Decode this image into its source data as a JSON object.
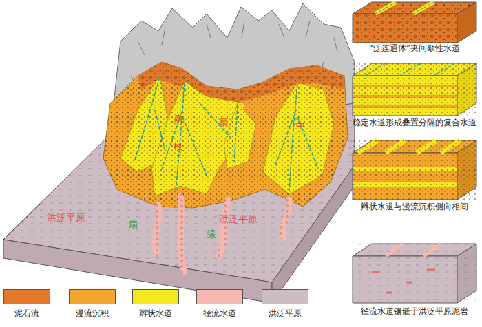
{
  "diagram": {
    "labels": [
      "洪泛平原",
      "扇",
      "洪泛平原",
      "缘",
      "扇",
      "根",
      "扇",
      "中",
      "“泛连通体”夹间歇性水道",
      "稳定水道形成叠置分隔的复合水道",
      "辫状水道与漫流沉积侧向相间",
      "径流水道镶嵌于洪泛平原泥岩"
    ],
    "legend": [
      {
        "text": "泥石流",
        "color": "#e2782a"
      },
      {
        "text": "漫流沉积",
        "color": "#f3a52c"
      },
      {
        "text": "辫状水道",
        "color": "#f6e81e"
      },
      {
        "text": "径流水道",
        "color": "#f5b8b0"
      },
      {
        "text": "洪泛平原",
        "color": "#cdbcc3"
      }
    ]
  }
}
